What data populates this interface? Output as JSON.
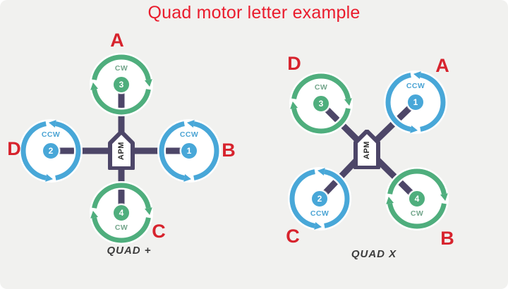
{
  "title": "Quad motor letter example",
  "colors": {
    "cw_ring": "#4fae7d",
    "ccw_ring": "#48a7d8",
    "frame_arm": "#4d4668",
    "letter_red": "#d7232d",
    "title_red": "#ea1c2d",
    "caption_gray": "#3c3c3c",
    "background": "#f1f1ef"
  },
  "diagrams": [
    {
      "caption": "QUAD +",
      "apm_label": "APM",
      "motors": [
        {
          "position": "top",
          "letter": "A",
          "number": "3",
          "rotation": "CW"
        },
        {
          "position": "right",
          "letter": "B",
          "number": "1",
          "rotation": "CCW"
        },
        {
          "position": "bottom",
          "letter": "C",
          "number": "4",
          "rotation": "CW"
        },
        {
          "position": "left",
          "letter": "D",
          "number": "2",
          "rotation": "CCW"
        }
      ]
    },
    {
      "caption": "QUAD X",
      "apm_label": "APM",
      "motors": [
        {
          "position": "top-left",
          "letter": "D",
          "number": "3",
          "rotation": "CW"
        },
        {
          "position": "top-right",
          "letter": "A",
          "number": "1",
          "rotation": "CCW"
        },
        {
          "position": "bottom-left",
          "letter": "C",
          "number": "2",
          "rotation": "CCW"
        },
        {
          "position": "bottom-right",
          "letter": "B",
          "number": "4",
          "rotation": "CW"
        }
      ]
    }
  ]
}
